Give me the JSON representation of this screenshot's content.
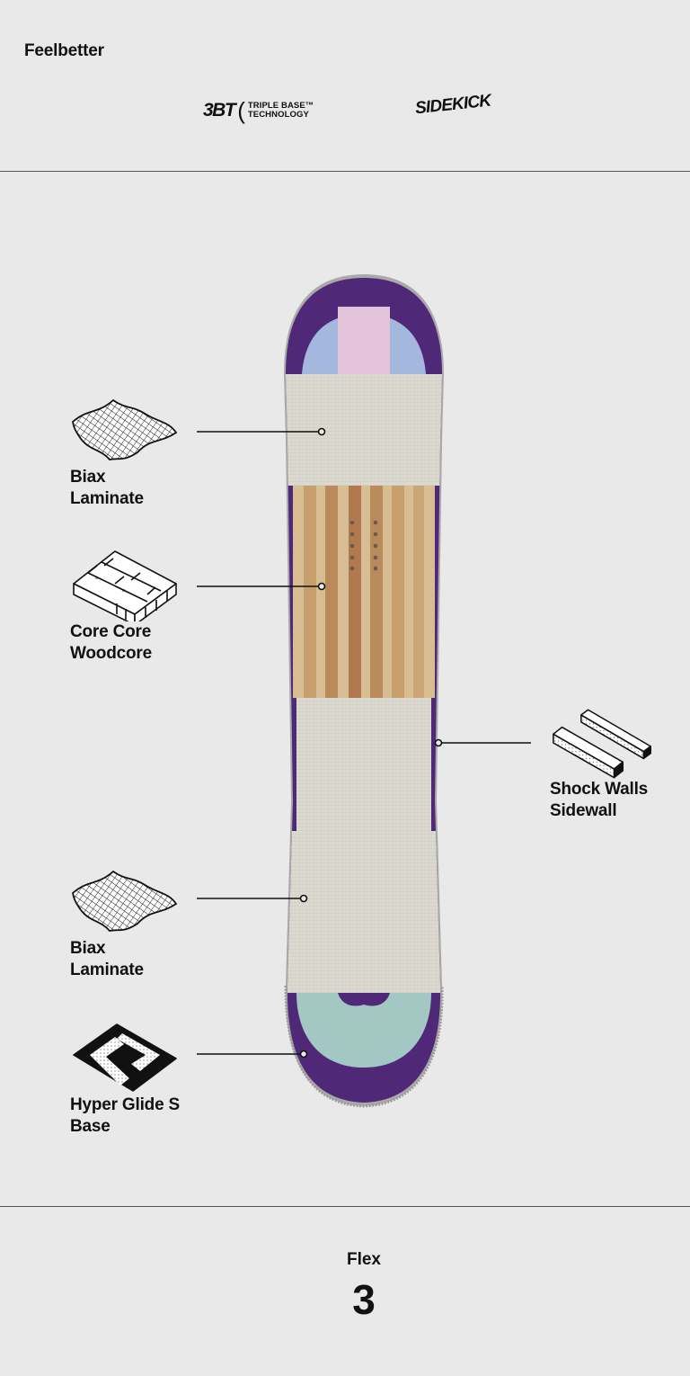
{
  "header": {
    "product_name": "Feelbetter",
    "logo_3bt": {
      "mark": "3BT",
      "line1": "TRIPLE BASE™",
      "line2": "TECHNOLOGY"
    },
    "logo_sidekick": "SIDEKICK"
  },
  "layers": [
    {
      "name": "Biax",
      "type": "Laminate",
      "icon": "biax-laminate-icon",
      "side": "left"
    },
    {
      "name": "Core Core",
      "type": "Woodcore",
      "icon": "woodcore-icon",
      "side": "left"
    },
    {
      "name": "Shock Walls",
      "type": "Sidewall",
      "icon": "sidewall-icon",
      "side": "right"
    },
    {
      "name": "Biax",
      "type": "Laminate",
      "icon": "biax-laminate-icon",
      "side": "left"
    },
    {
      "name": "Hyper Glide S",
      "type": "Base",
      "icon": "base-icon",
      "side": "left"
    }
  ],
  "flex": {
    "label": "Flex",
    "value": "3"
  },
  "colors": {
    "background": "#e9e9e9",
    "board_purple": "#4f2878",
    "tip_pink": "#e3c3da",
    "tip_blue": "#a4b8dd",
    "tail_mint": "#a3c7c2",
    "wood_light": "#d8bd92",
    "wood_dark": "#b07a4e",
    "fiberglass": "#d9d6ce"
  }
}
